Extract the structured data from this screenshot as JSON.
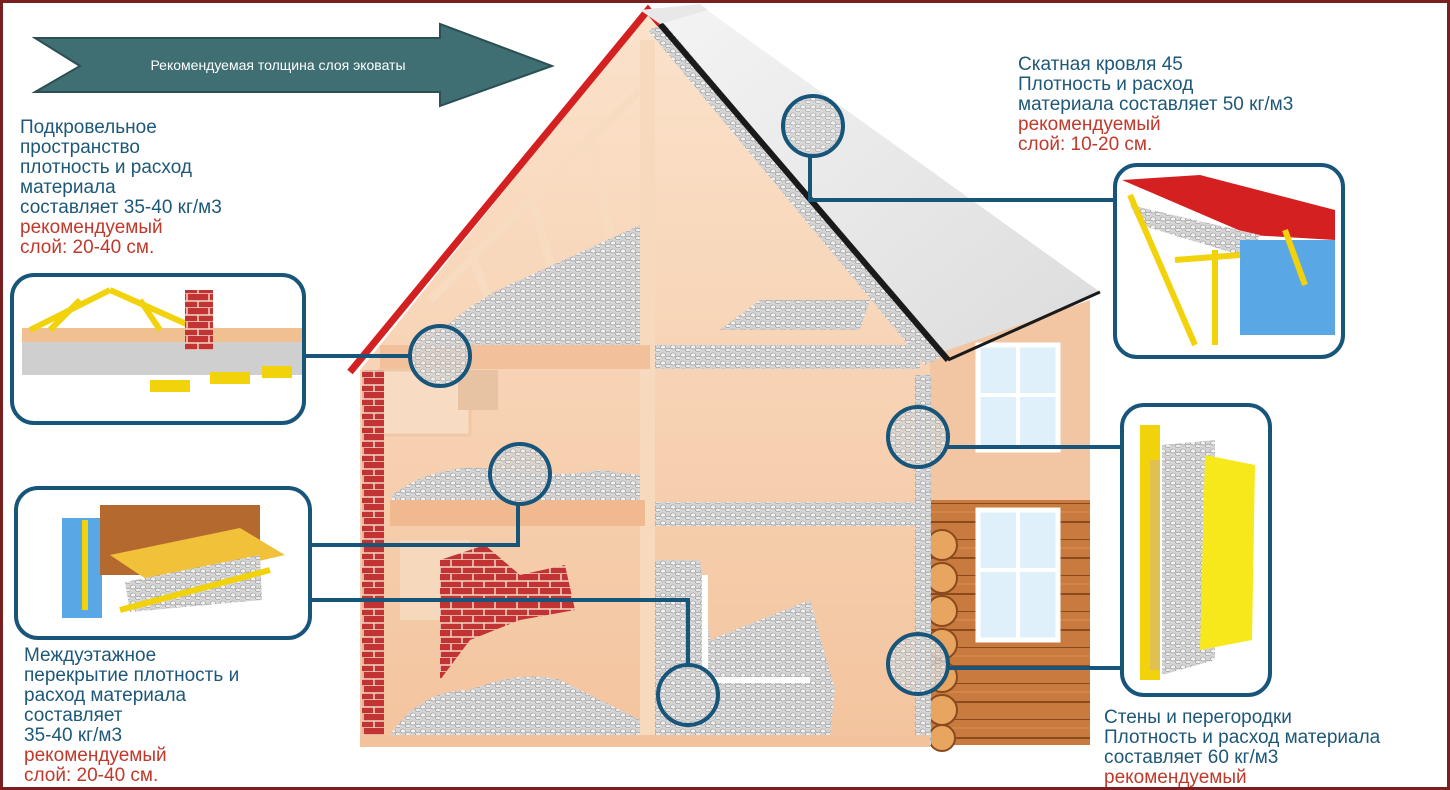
{
  "banner": {
    "text": "Рекомендуемая толщина слоя эковаты",
    "color": "#3f6e73"
  },
  "notes": {
    "roof_space": {
      "lines": [
        "Подкровельное",
        "пространство",
        "плотность и расход",
        "материала",
        "составляет 35-40 кг/м3"
      ],
      "recommended": [
        "рекомендуемый",
        "слой: 20-40 см."
      ]
    },
    "pitched_roof": {
      "lines": [
        "Скатная кровля 45",
        "Плотность и расход",
        "материала составляет 50 кг/м3"
      ],
      "recommended": [
        "рекомендуемый",
        "слой: 10-20 см."
      ]
    },
    "interfloor": {
      "lines": [
        "Междуэтажное",
        "перекрытие плотность и",
        "расход материала",
        "составляет",
        "35-40 кг/м3"
      ],
      "recommended": [
        "рекомендуемый",
        "слой: 20-40 см."
      ]
    },
    "walls": {
      "lines": [
        "Стены и перегородки",
        "Плотность и расход материала",
        "составляет 60 кг/м3"
      ],
      "recommended": [
        "рекомендуемый"
      ]
    }
  },
  "colors": {
    "text_blue": "#1e5878",
    "text_red": "#c0392b",
    "callout_stroke": "#17557a",
    "roof_red": "#d42020",
    "house_peach": "#f6cfae",
    "brick": "#b52b2b",
    "ecowool": "#c9c9c9",
    "frame": "#7a1f1f"
  },
  "icons": [
    "arrow-banner-icon",
    "house-illustration",
    "magnifier-circle-icon"
  ]
}
